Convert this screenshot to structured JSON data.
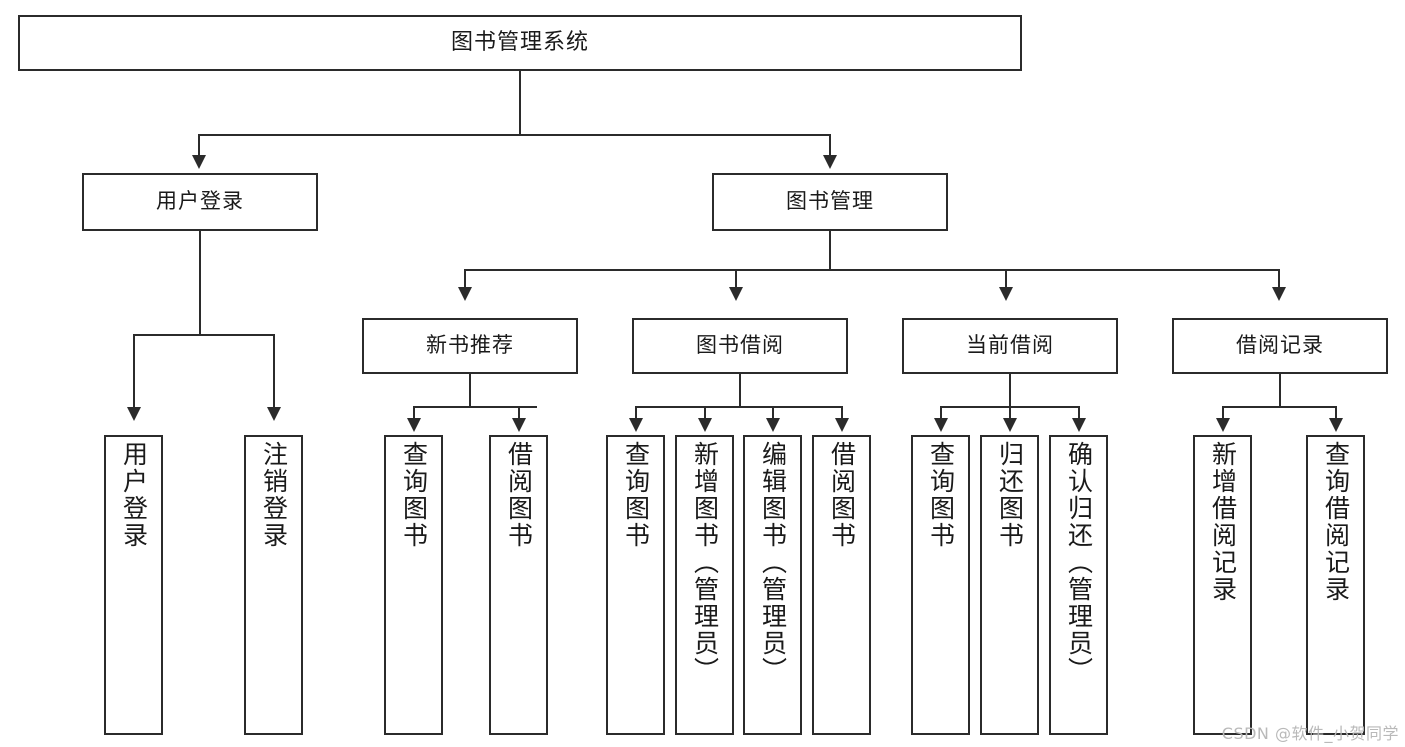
{
  "diagram": {
    "type": "tree-hierarchy",
    "title": "图书管理系统",
    "watermark": "CSDN @软件_小贺同学",
    "colors": {
      "stroke": "#2b2b2b",
      "fill": "#ffffff",
      "text": "#1a1a1a",
      "watermark": "#b9b9b9"
    },
    "nodes": {
      "root": {
        "label": "图书管理系统"
      },
      "level1": [
        {
          "id": "user-login",
          "label": "用户登录"
        },
        {
          "id": "book-manage",
          "label": "图书管理"
        }
      ],
      "level2": [
        {
          "id": "new-book-recommend",
          "label": "新书推荐"
        },
        {
          "id": "book-borrow",
          "label": "图书借阅"
        },
        {
          "id": "current-borrow",
          "label": "当前借阅"
        },
        {
          "id": "borrow-record",
          "label": "借阅记录"
        }
      ],
      "leaves": {
        "user-login": [
          {
            "id": "leaf-user-login",
            "label": "用户登录"
          },
          {
            "id": "leaf-logout",
            "label": "注销登录"
          }
        ],
        "new-book-recommend": [
          {
            "id": "leaf-query-book-1",
            "label": "查询图书"
          },
          {
            "id": "leaf-borrow-book-1",
            "label": "借阅图书"
          }
        ],
        "book-borrow": [
          {
            "id": "leaf-query-book-2",
            "label": "查询图书"
          },
          {
            "id": "leaf-add-book",
            "label": "新增图书（管理员）"
          },
          {
            "id": "leaf-edit-book",
            "label": "编辑图书（管理员）"
          },
          {
            "id": "leaf-borrow-book-2",
            "label": "借阅图书"
          }
        ],
        "current-borrow": [
          {
            "id": "leaf-query-book-3",
            "label": "查询图书"
          },
          {
            "id": "leaf-return-book",
            "label": "归还图书"
          },
          {
            "id": "leaf-confirm-return",
            "label": "确认归还（管理员）"
          }
        ],
        "borrow-record": [
          {
            "id": "leaf-add-record",
            "label": "新增借阅记录"
          },
          {
            "id": "leaf-query-record",
            "label": "查询借阅记录"
          }
        ]
      }
    }
  }
}
